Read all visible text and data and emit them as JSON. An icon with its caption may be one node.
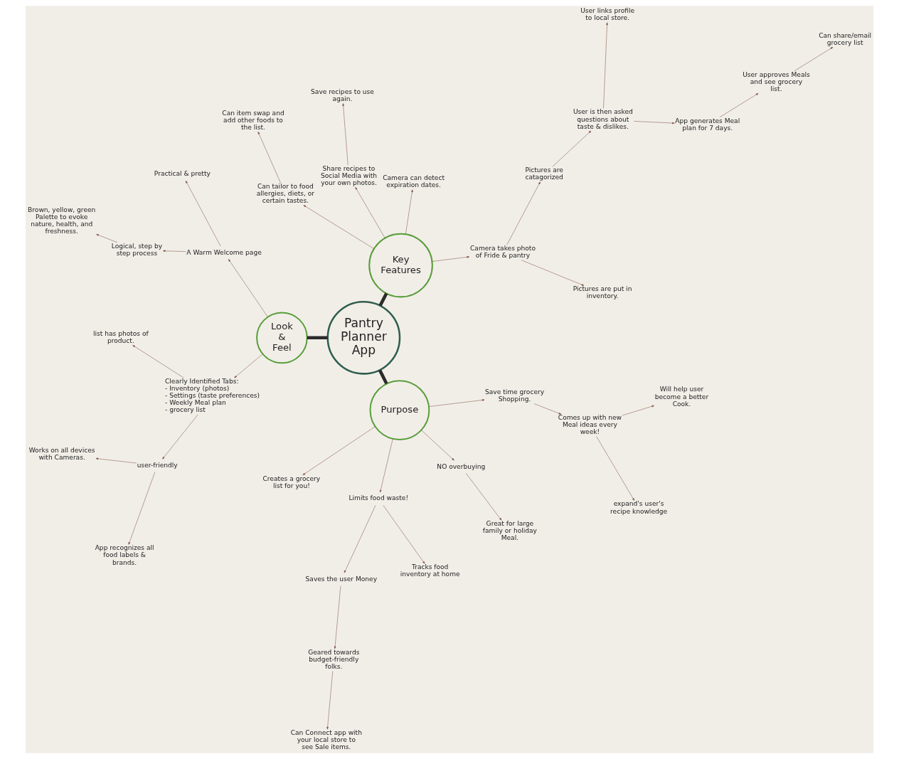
{
  "diagram": {
    "nodes": [
      {
        "text": [
          "Pantry Planner App"
        ]
      },
      {
        "text": [
          "Key Features"
        ]
      },
      {
        "text": [
          "Camera takes photo of Fride & pantry"
        ]
      },
      {
        "text": [
          "Pictures are put in inventory."
        ]
      },
      {
        "text": [
          "Pictures are catagorized"
        ]
      },
      {
        "text": [
          "User is then asked questions about taste & dislikes."
        ]
      },
      {
        "text": [
          "App generates Meal plan for 7 days."
        ]
      },
      {
        "text": [
          "User links profile to local store."
        ]
      },
      {
        "text": [
          "User approves Meals and see grocery list."
        ]
      },
      {
        "text": [
          "Can share/email grocery list"
        ]
      },
      {
        "text": [
          "Camera can detect expiration dates."
        ]
      },
      {
        "text": [
          "Share recipes to Social Media with your own photos."
        ]
      },
      {
        "text": [
          "Save recipes to use again."
        ]
      },
      {
        "text": [
          "Can tailor to food allergies, diets, or certain tastes."
        ]
      },
      {
        "text": [
          "Can item swap and add other foods to the list."
        ]
      },
      {
        "text": [
          "Look & Feel"
        ]
      },
      {
        "text": [
          "A Warm Welcome page"
        ]
      },
      {
        "text": [
          "Practical & pretty"
        ]
      },
      {
        "text": [
          "Logical, step by step process"
        ]
      },
      {
        "text": [
          "Brown, yellow, green Palette to evoke nature, health, and freshness."
        ]
      },
      {
        "text": [
          "Clearly Identified Tabs:",
          "- Inventory (photos)",
          "- Settings (taste preferences)",
          "- Weekly Meal plan",
          "- grocery list"
        ]
      },
      {
        "text": [
          "list has photos of product."
        ]
      },
      {
        "text": [
          "user-friendly"
        ]
      },
      {
        "text": [
          "Works on all devices with Cameras."
        ]
      },
      {
        "text": [
          "App recognizes all food labels & brands."
        ]
      },
      {
        "text": [
          "Purpose"
        ]
      },
      {
        "text": [
          "Creates a grocery list for you!"
        ]
      },
      {
        "text": [
          "Limits food waste!"
        ]
      },
      {
        "text": [
          "Saves the user Money"
        ]
      },
      {
        "text": [
          "Tracks food inventory at home"
        ]
      },
      {
        "text": [
          "Geared towards budget-friendly folks."
        ]
      },
      {
        "text": [
          "Can Connect app with your local store to see Sale items."
        ]
      },
      {
        "text": [
          "NO overbuying"
        ]
      },
      {
        "text": [
          "Great for large family or holiday Meal."
        ]
      },
      {
        "text": [
          "Save time grocery Shopping."
        ]
      },
      {
        "text": [
          "Comes up with new Meal ideas every week!"
        ]
      },
      {
        "text": [
          "expand's user's recipe knowledge"
        ]
      },
      {
        "text": [
          "Will help user become a better Cook."
        ]
      }
    ],
    "edges": [
      {
        "from": 0,
        "to": 1,
        "arrow": "none",
        "style": "thick"
      },
      {
        "from": 0,
        "to": 15,
        "arrow": "none",
        "style": "thick"
      },
      {
        "from": 0,
        "to": 25,
        "arrow": "none",
        "style": "thick"
      },
      {
        "from": 1,
        "to": 2,
        "arrow": "to"
      },
      {
        "from": 2,
        "to": 3,
        "arrow": "to"
      },
      {
        "from": 2,
        "to": 4,
        "arrow": "to"
      },
      {
        "from": 4,
        "to": 5,
        "arrow": "to"
      },
      {
        "from": 5,
        "to": 6,
        "arrow": "to"
      },
      {
        "from": 5,
        "to": 7,
        "arrow": "to"
      },
      {
        "from": 6,
        "to": 8,
        "arrow": "to"
      },
      {
        "from": 8,
        "to": 9,
        "arrow": "to"
      },
      {
        "from": 1,
        "to": 10,
        "arrow": "to"
      },
      {
        "from": 1,
        "to": 11,
        "arrow": "to"
      },
      {
        "from": 11,
        "to": 12,
        "arrow": "to"
      },
      {
        "from": 1,
        "to": 13,
        "arrow": "to"
      },
      {
        "from": 13,
        "to": 14,
        "arrow": "to"
      },
      {
        "from": 15,
        "to": 16,
        "arrow": "to"
      },
      {
        "from": 16,
        "to": 17,
        "arrow": "to"
      },
      {
        "from": 16,
        "to": 18,
        "arrow": "to"
      },
      {
        "from": 18,
        "to": 19,
        "arrow": "to"
      },
      {
        "from": 15,
        "to": 20,
        "arrow": "to"
      },
      {
        "from": 20,
        "to": 21,
        "arrow": "to"
      },
      {
        "from": 20,
        "to": 22,
        "arrow": "to"
      },
      {
        "from": 22,
        "to": 23,
        "arrow": "to"
      },
      {
        "from": 22,
        "to": 24,
        "arrow": "to"
      },
      {
        "from": 25,
        "to": 26,
        "arrow": "to"
      },
      {
        "from": 25,
        "to": 27,
        "arrow": "to"
      },
      {
        "from": 27,
        "to": 28,
        "arrow": "to"
      },
      {
        "from": 27,
        "to": 29,
        "arrow": "to"
      },
      {
        "from": 28,
        "to": 30,
        "arrow": "to"
      },
      {
        "from": 30,
        "to": 31,
        "arrow": "to"
      },
      {
        "from": 25,
        "to": 32,
        "arrow": "to"
      },
      {
        "from": 32,
        "to": 33,
        "arrow": "to"
      },
      {
        "from": 25,
        "to": 34,
        "arrow": "to"
      },
      {
        "from": 34,
        "to": 35,
        "arrow": "to"
      },
      {
        "from": 35,
        "to": 36,
        "arrow": "to"
      },
      {
        "from": 35,
        "to": 37,
        "arrow": "to"
      }
    ]
  }
}
